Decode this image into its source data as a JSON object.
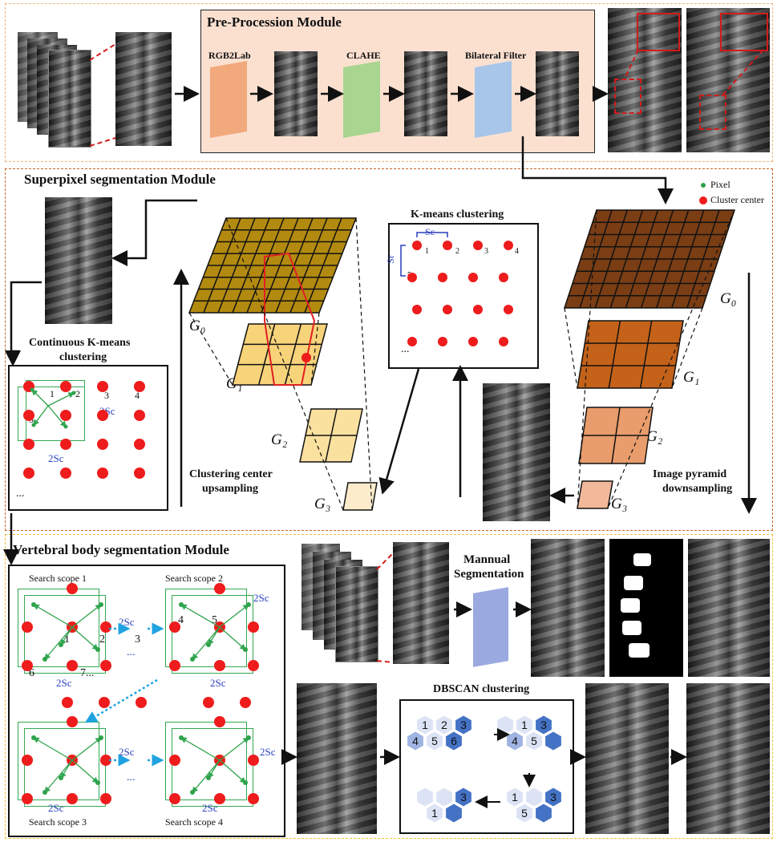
{
  "pre": {
    "title": "Pre-Procession Module",
    "step1": "RGB2Lab",
    "step2": "CLAHE",
    "step3": "Bilateral Filter"
  },
  "superpixel": {
    "title": "Superpixel segmentation Module",
    "legend_pixel": "Pixel",
    "legend_center": "Cluster center",
    "kmeans_title": "K-means clustering",
    "kmeans_sc": "Sc",
    "kmeans_sr": "Sr",
    "kmeans_n1": "1",
    "kmeans_n2": "2",
    "kmeans_n3": "3",
    "kmeans_n4": "4",
    "kmeans_n5": "5",
    "kmeans_dots": "...",
    "continuous_title_1": "Continuous K-means",
    "continuous_title_2": "clustering",
    "cont_n1": "1",
    "cont_n2": "2",
    "cont_n3": "3",
    "cont_n4": "4",
    "cont_n5": "5",
    "cont_2sc_right": "2Sc",
    "cont_2sc_bottom": "2Sc",
    "cont_dots": "...",
    "g0_left": "G₀",
    "g1_left": "G₁",
    "g2_left": "G₂",
    "g3_left": "G₃",
    "g0_right": "G₀",
    "g1_right": "G₁",
    "g2_right": "G₂",
    "g3_right": "G₃",
    "upsampling_1": "Clustering center",
    "upsampling_2": "upsampling",
    "downsampling_1": "Image pyramid",
    "downsampling_2": "downsampling"
  },
  "vertebral": {
    "title": "Vertebral body segmentation Module",
    "scope1": "Search scope 1",
    "scope2": "Search scope 2",
    "scope3": "Search scope 3",
    "scope4": "Search scope 4",
    "s1_n1": "1",
    "s1_n2": "2",
    "s1_n3": "3",
    "s1_n6": "6",
    "s1_n7": "7...",
    "s2_n4": "4",
    "s2_n5": "5",
    "label_2sc": "2Sc",
    "dots": "...",
    "manual_1": "Mannual",
    "manual_2": "Segmentation",
    "dbscan_title": "DBSCAN clustering",
    "hex_a": [
      "1",
      "2",
      "3",
      "4",
      "5",
      "6"
    ],
    "hex_b": [
      "1",
      "3",
      "4",
      "5"
    ],
    "hex_c": [
      "1",
      "3",
      "5"
    ],
    "hex_d": [
      "1",
      "3"
    ]
  },
  "colors": {
    "pre_bg": "#fbe0d0",
    "rgb2lab": "#f2a97c",
    "clahe": "#a8d690",
    "bilateral": "#a7c6ea",
    "manual": "#9aa9e0",
    "center": "#ee1c1c",
    "pixel": "#2ea24a",
    "green_box": "#33a853",
    "blue_text": "#2a3fbf",
    "hex_dark": "#4472c4",
    "hex_mid": "#9fb4e2",
    "hex_light": "#dce3f4"
  }
}
